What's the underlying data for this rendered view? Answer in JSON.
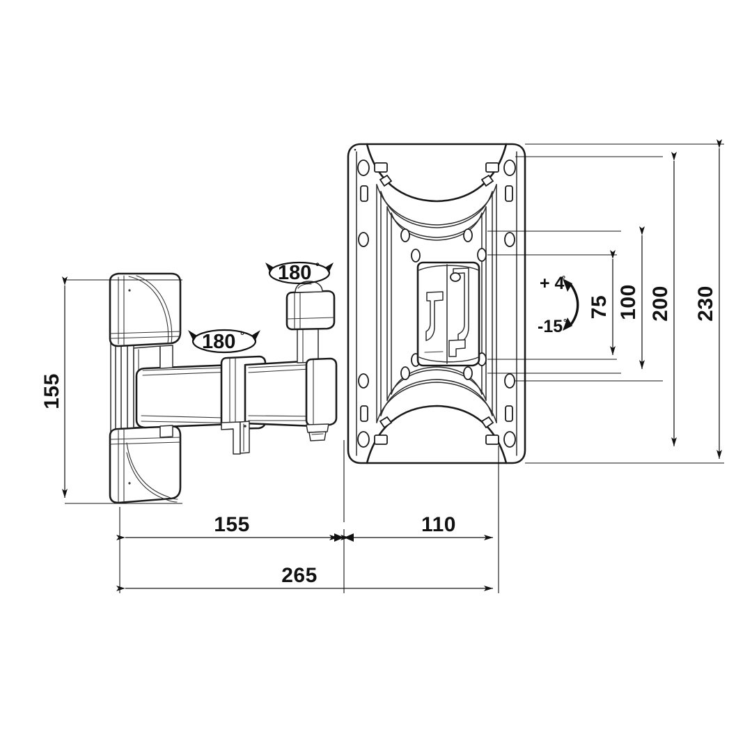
{
  "drawing": {
    "title": "TV wall mount articulating bracket - dimensioned technical drawing",
    "units": "mm",
    "line_color": "#111111",
    "background": "#ffffff"
  },
  "dimensions": {
    "vertical_left": {
      "label": "155",
      "name": "wall-plate-height"
    },
    "vertical_right": [
      {
        "label": "75",
        "name": "vesa-hole-spacing-75"
      },
      {
        "label": "100",
        "name": "vesa-hole-spacing-100"
      },
      {
        "label": "200",
        "name": "plate-hole-span-200"
      },
      {
        "label": "230",
        "name": "plate-overall-height-230"
      }
    ],
    "horizontal_bottom": [
      {
        "label": "155",
        "name": "arm-extension-155"
      },
      {
        "label": "110",
        "name": "plate-depth-110"
      },
      {
        "label": "265",
        "name": "total-depth-265"
      }
    ]
  },
  "annotations": {
    "rotation": [
      {
        "value": "180",
        "degree": "°",
        "name": "swivel-180-upper"
      },
      {
        "value": "180",
        "degree": "°",
        "name": "swivel-180-lower"
      }
    ],
    "tilt": {
      "up": "+ 4",
      "up_degree": "°",
      "down": "-15",
      "down_degree": "°",
      "name": "tilt-range"
    }
  }
}
